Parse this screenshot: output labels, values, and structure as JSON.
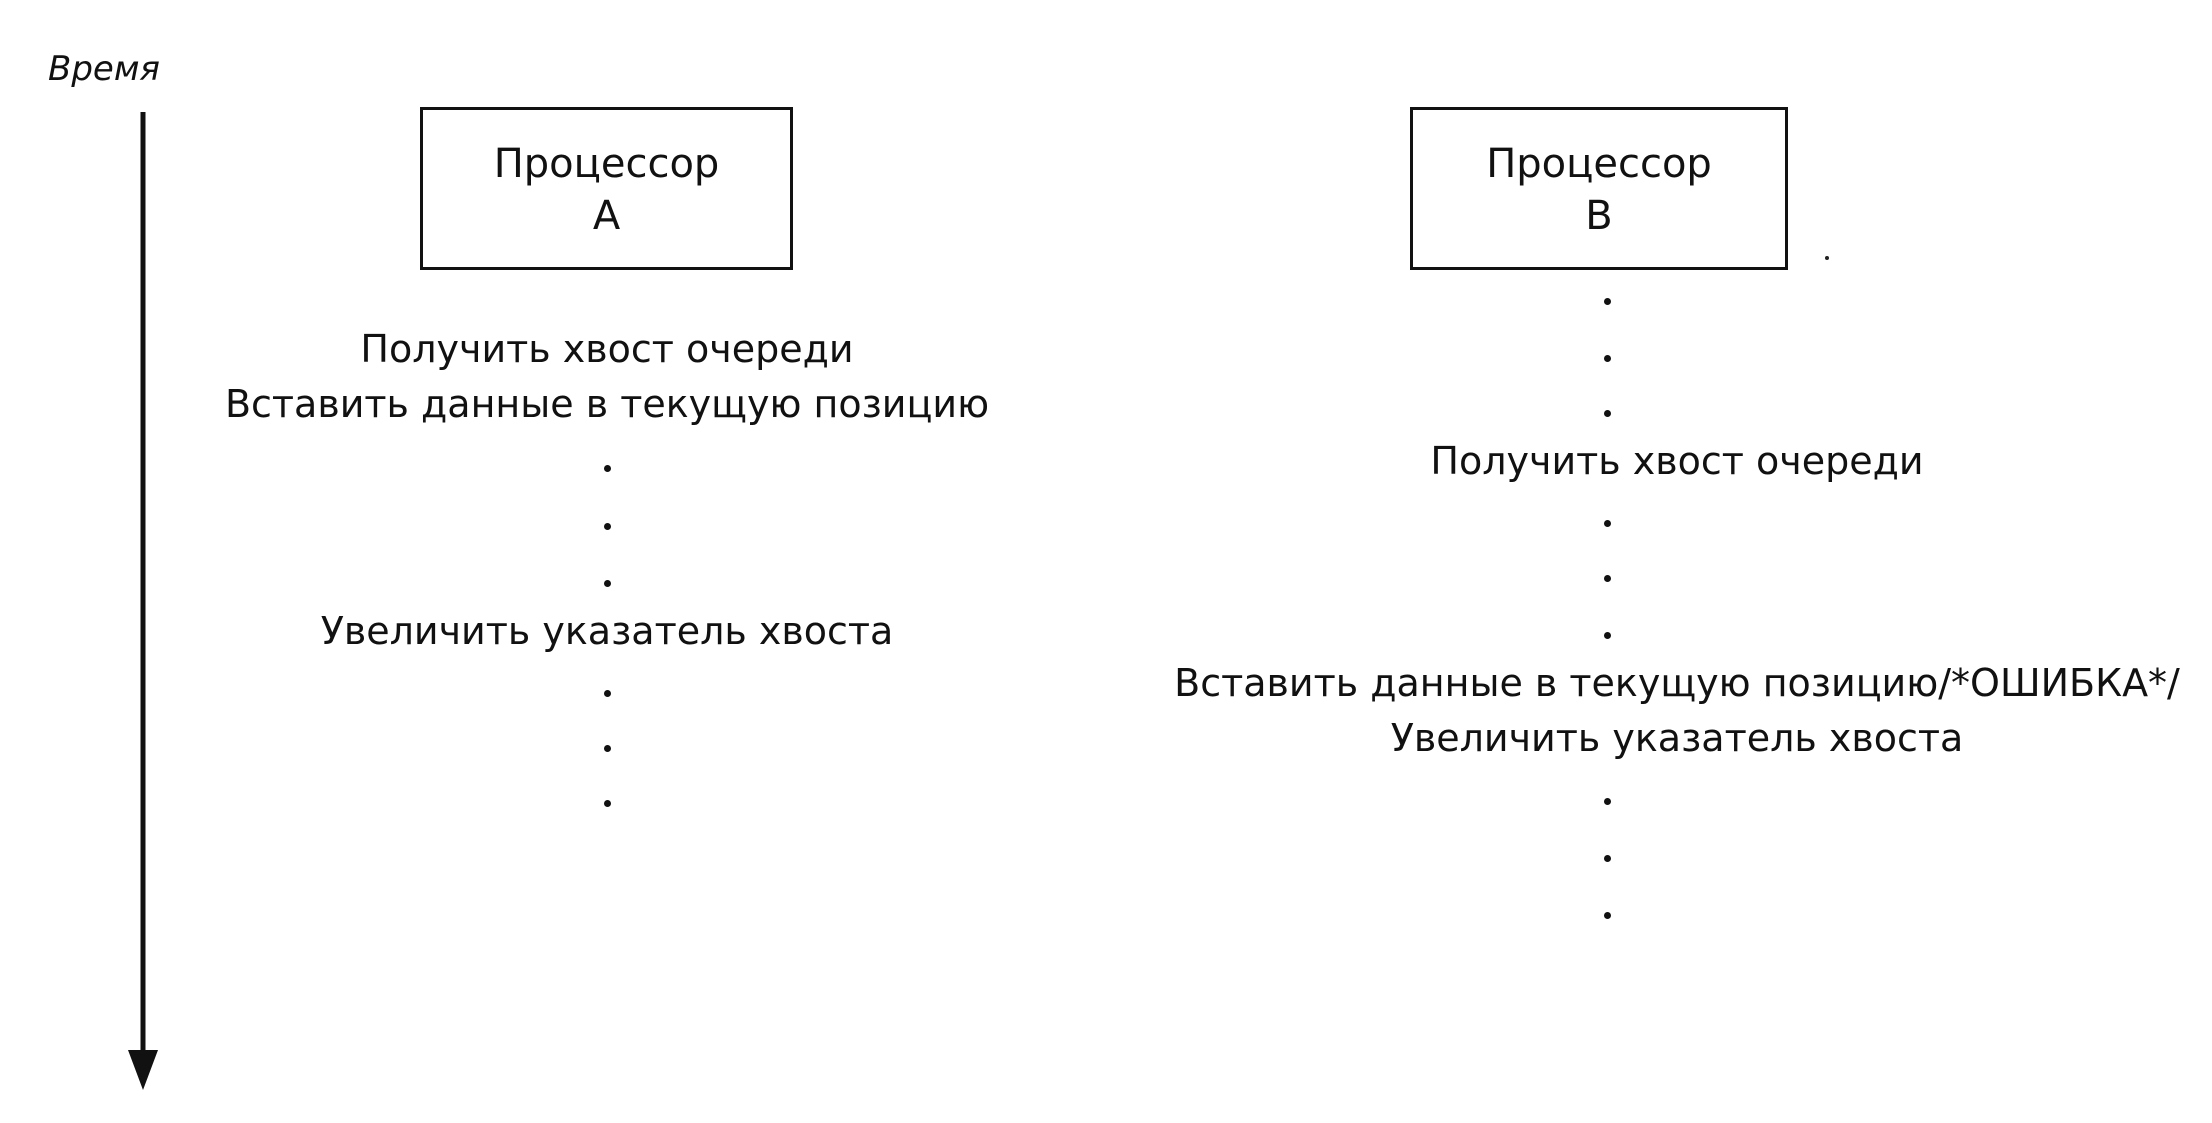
{
  "time_label": "Время",
  "processor_a": {
    "title_line1": "Процессор",
    "title_line2": "А",
    "steps": [
      {
        "kind": "text",
        "text": "Получить хвост очереди"
      },
      {
        "kind": "text",
        "text": "Вставить данные в текущую позицию"
      },
      {
        "kind": "dot"
      },
      {
        "kind": "dot"
      },
      {
        "kind": "dot"
      },
      {
        "kind": "text",
        "text": "Увеличить указатель хвоста"
      },
      {
        "kind": "dot"
      },
      {
        "kind": "dot"
      },
      {
        "kind": "dot"
      }
    ]
  },
  "processor_b": {
    "title_line1": "Процессор",
    "title_line2": "В",
    "steps": [
      {
        "kind": "dot"
      },
      {
        "kind": "dot"
      },
      {
        "kind": "dot"
      },
      {
        "kind": "text",
        "text": "Получить хвост очереди"
      },
      {
        "kind": "dot"
      },
      {
        "kind": "dot"
      },
      {
        "kind": "dot"
      },
      {
        "kind": "text",
        "text": "Вставить данные в текущую позицию/*ОШИБКА*/"
      },
      {
        "kind": "text",
        "text": "Увеличить указатель хвоста"
      },
      {
        "kind": "dot"
      },
      {
        "kind": "dot"
      },
      {
        "kind": "dot"
      }
    ]
  }
}
